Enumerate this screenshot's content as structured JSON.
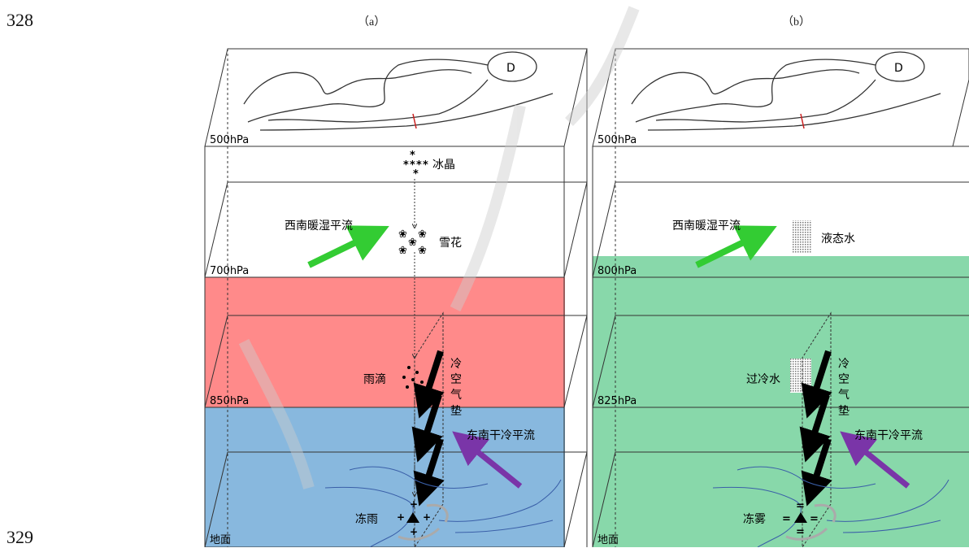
{
  "line_numbers": [
    "328",
    "329"
  ],
  "panel_a": {
    "label": "（a）",
    "levels": [
      "500hPa",
      "700hPa",
      "850hPa",
      "地面"
    ],
    "low_center": "D",
    "ice_crystals": "冰晶",
    "snowflakes": "雪花",
    "raindrops": "雨滴",
    "freezing_rain": "冻雨",
    "sw_advection": "西南暖湿平流",
    "se_advection": "东南干冷平流",
    "cold_cushion": [
      "冷",
      "空",
      "气",
      "垫"
    ],
    "colors": {
      "warm_layer": "#ff8a8a",
      "cold_layer": "#88b8de"
    }
  },
  "panel_b": {
    "label": "（b）",
    "levels": [
      "500hPa",
      "800hPa",
      "825hPa",
      "地面"
    ],
    "low_center": "D",
    "liquid_water": "液态水",
    "supercooled_water": "过冷水",
    "freezing_drizzle": "冻雾",
    "sw_advection": "西南暖湿平流",
    "se_advection": "东南干冷平流",
    "cold_cushion": [
      "冷",
      "空",
      "气",
      "垫"
    ],
    "colors": {
      "layer": "#88d8aa"
    }
  },
  "colors": {
    "green_arrow": "#33cc33",
    "purple_arrow": "#7a35a8",
    "black_arrow": "#000000",
    "contour": "#333333",
    "trough": "#cc2222",
    "isoline": "#3a5fa8"
  }
}
